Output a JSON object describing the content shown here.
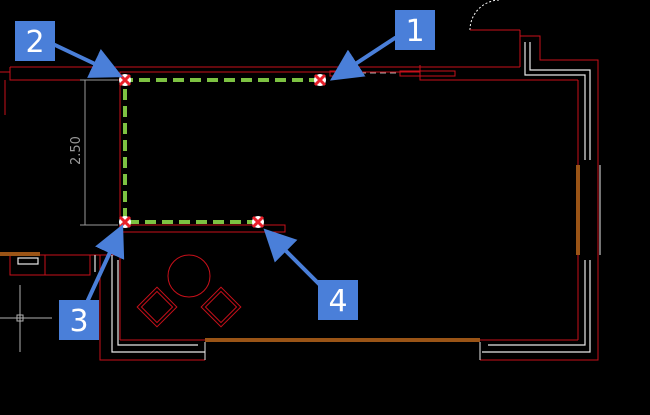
{
  "viewport": {
    "background": "#000000"
  },
  "dimension": {
    "label": "2.50"
  },
  "callouts": [
    {
      "id": "1",
      "label": "1"
    },
    {
      "id": "2",
      "label": "2"
    },
    {
      "id": "3",
      "label": "3"
    },
    {
      "id": "4",
      "label": "4"
    }
  ],
  "colors": {
    "wall_red": "#c8101a",
    "wall_white": "#e8e8e8",
    "window_brown": "#9a5416",
    "path_green": "#7dc242",
    "marker_red": "#e8202a",
    "callout_blue": "#4a7fd9",
    "dim_gray": "#9a9a9a",
    "crosshair_gray": "#b0b0b0"
  },
  "icons": {
    "vertex_marker": "red-x-marker-icon",
    "crosshair": "crosshair-icon",
    "arrow": "callout-arrow-icon"
  }
}
